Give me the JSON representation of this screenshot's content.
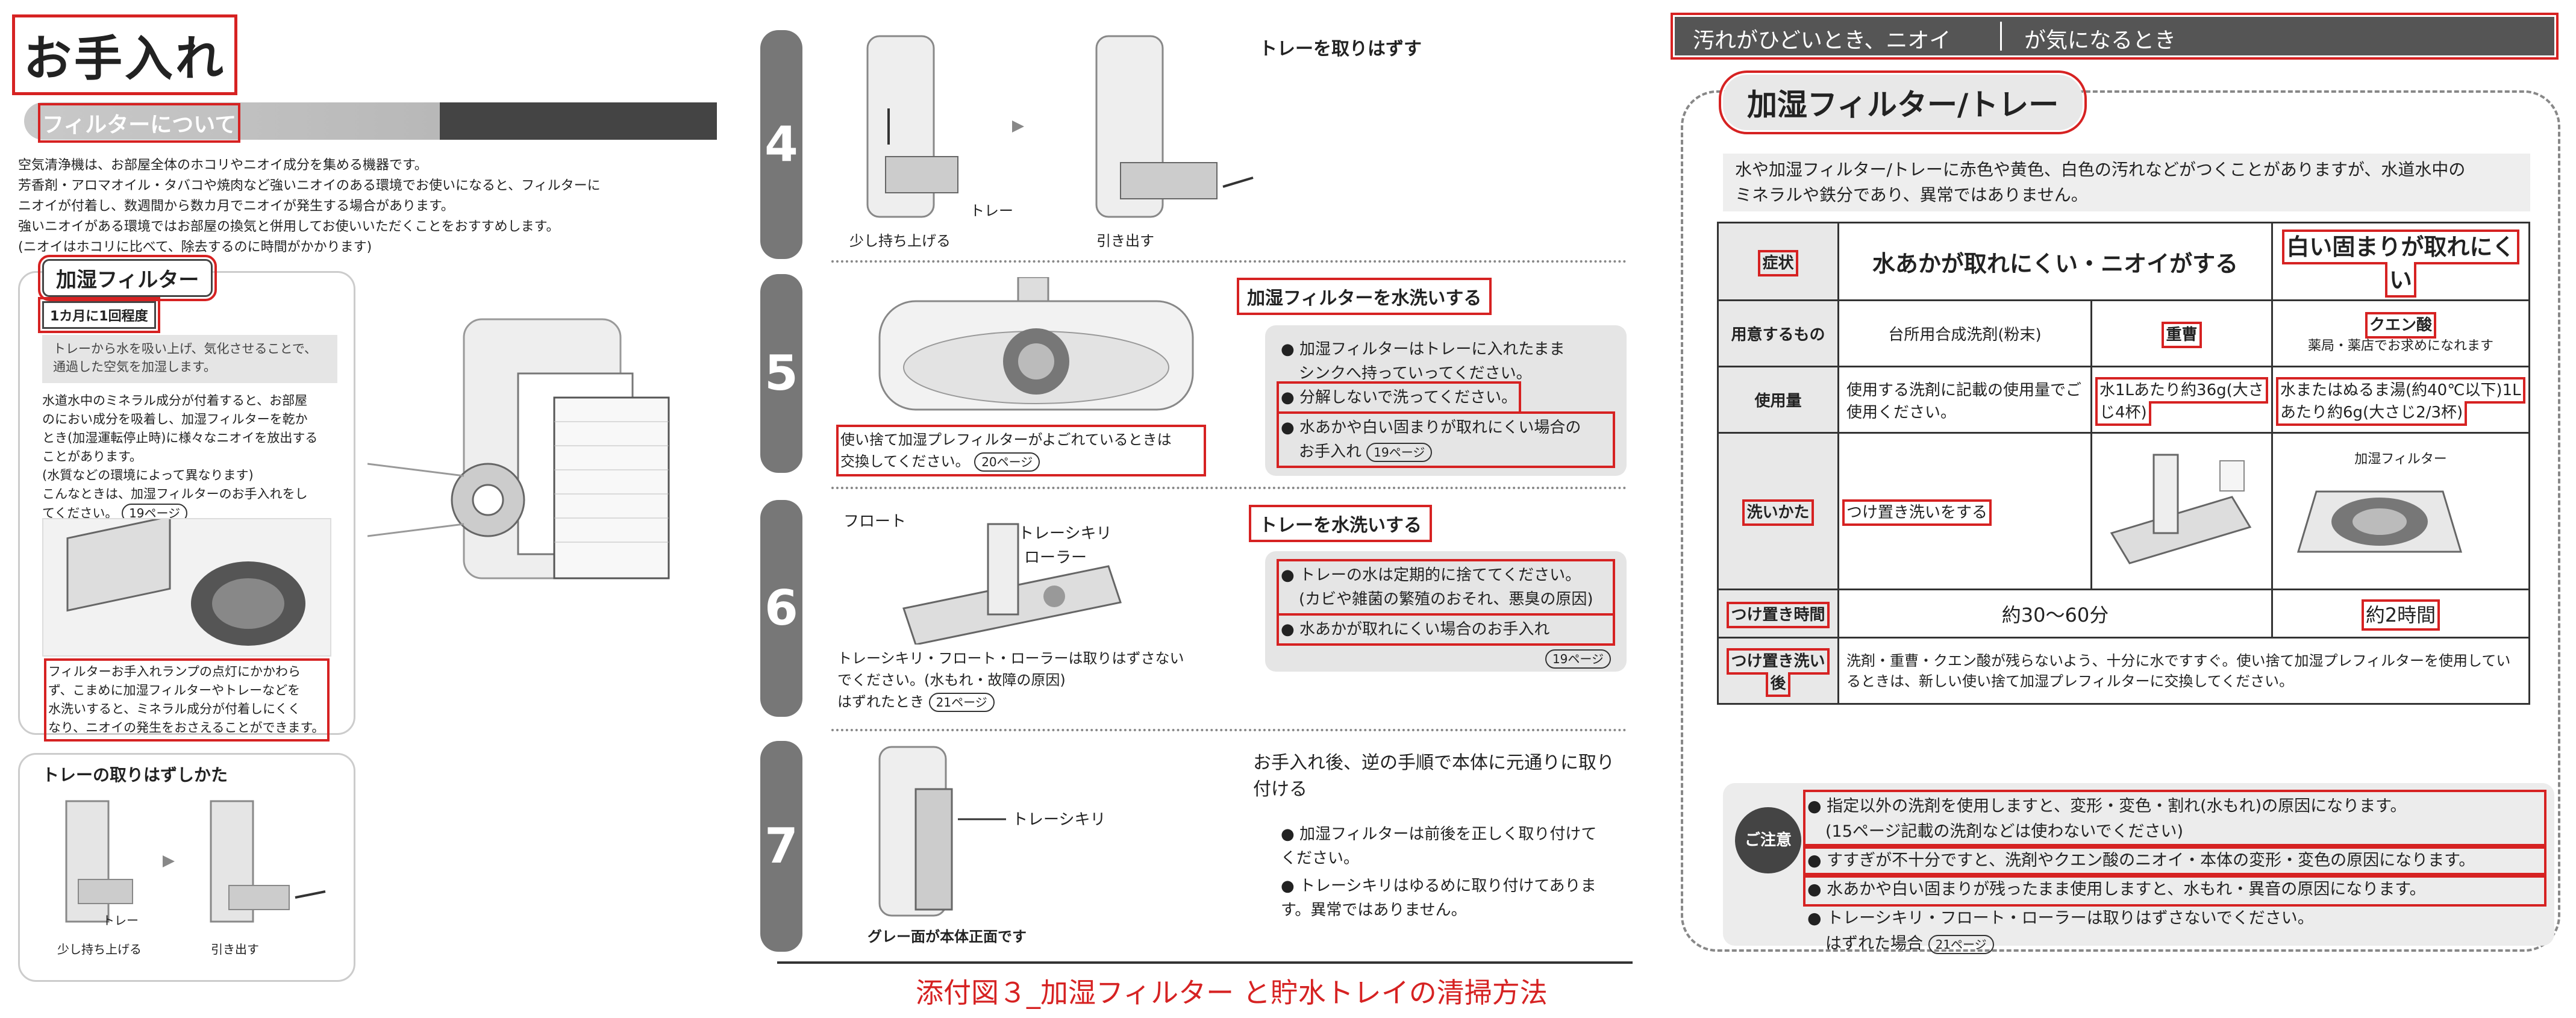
{
  "left": {
    "title": "お手入れ",
    "section": "フィルターについて",
    "intro": [
      "空気清浄機は、お部屋全体のホコリやニオイ成分を集める機器です。",
      "芳香剤・アロマオイル・タバコや焼肉など強いニオイのある環境でお使いになると、フィルターに",
      "ニオイが付着し、数週間から数カ月でニオイが発生する場合があります。",
      "強いニオイがある環境ではお部屋の換気と併用してお使いいただくことをおすすめします。",
      "(ニオイはホコリに比べて、除去するのに時間がかかります)"
    ],
    "hum_filter_heading": "加湿フィルター",
    "frequency": "1カ月に1回程度",
    "grey_note": "トレーから水を吸い上げ、気化させることで、通過した空気を加湿します。",
    "para": [
      "水道水中のミネラル成分が付着すると、お部屋",
      "のにおい成分を吸着し、加湿フィルターを乾か",
      "とき(加湿運転停止時)に様々なニオイを放出する",
      "ことがあります。",
      "(水質などの環境によって異なります)",
      "こんなときは、加湿フィルターのお手入れをし",
      "てください。"
    ],
    "para_ref": "19ページ",
    "warn": [
      "フィルターお手入れランプの点灯にかかわら",
      "ず、こまめに加湿フィルターやトレーなどを",
      "水洗いすると、ミネラル成分が付着しにくく",
      "なり、ニオイの発生をおさえることができます。"
    ],
    "tray_heading": "トレーの取りはずしかた",
    "tray_lift": "少し持ち上げる",
    "tray_pull": "引き出す",
    "tray_label": "トレー"
  },
  "mid": {
    "steps": [
      {
        "num": "4",
        "title": "トレーを取りはずす",
        "lift": "少し持ち上げる",
        "pull": "引き出す",
        "tray": "トレー"
      },
      {
        "num": "5",
        "title": "加湿フィルターを水洗いする",
        "bullets": [
          "加湿フィルターはトレーに入れたまま",
          "シンクへ持っていってください。",
          "分解しないで洗ってください。",
          "水あかや白い固まりが取れにくい場合の",
          "お手入れ"
        ],
        "ref": "19ページ",
        "caption": [
          "使い捨て加湿プレフィルターがよごれているときは",
          "交換してください。"
        ],
        "caption_ref": "20ページ"
      },
      {
        "num": "6",
        "title": "トレーを水洗いする",
        "labels": [
          "フロート",
          "トレーシキリ",
          "ローラー"
        ],
        "bullets": [
          "トレーの水は定期的に捨ててください。",
          "(カビや雑菌の繁殖のおそれ、悪臭の原因)",
          "水あかが取れにくい場合のお手入れ"
        ],
        "ref": "19ページ",
        "caption": [
          "トレーシキリ・フロート・ローラーは取りはずさない",
          "でください。(水もれ・故障の原因)",
          "はずれたとき"
        ],
        "caption_ref": "21ページ"
      },
      {
        "num": "7",
        "title": "お手入れ後、逆の手順で本体に元通りに取り付ける",
        "label": "トレーシキリ",
        "bottom": "グレー面が本体正面です",
        "bullets": [
          "加湿フィルターは前後を正しく取り付けてください。",
          "トレーシキリはゆるめに取り付けてあります。異常ではありません。"
        ]
      }
    ],
    "footer": "添付図３_加湿フィルター と貯水トレイの清掃方法"
  },
  "right": {
    "band_left": "汚れがひどいとき、ニオイ",
    "band_right": "が気になるとき",
    "heading": "加湿フィルター/トレー",
    "note": [
      "水や加湿フィルター/トレーに赤色や黄色、白色の汚れなどがつくことがありますが、水道水中の",
      "ミネラルや鉄分であり、異常ではありません。"
    ],
    "table": {
      "symptom_head": "症状",
      "symptom_a": "水あかが取れにくい・ニオイがする",
      "symptom_b": "白い固まりが取れにくい",
      "prep_head": "用意するもの",
      "prep_1": "台所用合成洗剤(粉末)",
      "prep_2": "重曹",
      "prep_3": "クエン酸",
      "prep_3_sub": "薬局・薬店でお求めになれます",
      "amount_head": "使用量",
      "amount_1": "使用する洗剤に記載の使用量でご使用ください。",
      "amount_2": "水1Lあたり約36g(大さじ4杯)",
      "amount_3": "水またはぬるま湯(約40℃以下)1Lあたり約6g(大さじ2/3杯)",
      "wash_head": "洗いかた",
      "wash_val": "つけ置き洗いをする",
      "wash_img_label": "加湿フィルター",
      "soak_head": "つけ置き時間",
      "soak_a": "約30〜60分",
      "soak_b": "約2時間",
      "after_head": "つけ置き洗い後",
      "after_val": "洗剤・重曹・クエン酸が残らないよう、十分に水ですすぐ。使い捨て加湿プレフィルターを使用しているときは、新しい使い捨て加湿プレフィルターに交換してください。"
    },
    "notice_badge": "ご注意",
    "notice": [
      "指定以外の洗剤を使用しますと、変形・変色・割れ(水もれ)の原因になります。",
      "(15ページ記載の洗剤などは使わないでください)",
      "すすぎが不十分ですと、洗剤やクエン酸のニオイ・本体の変形・変色の原因になります。",
      "水あかや白い固まりが残ったまま使用しますと、水もれ・異音の原因になります。",
      "トレーシキリ・フロート・ローラーは取りはずさないでください。",
      "はずれた場合"
    ],
    "notice_ref": "21ページ"
  }
}
